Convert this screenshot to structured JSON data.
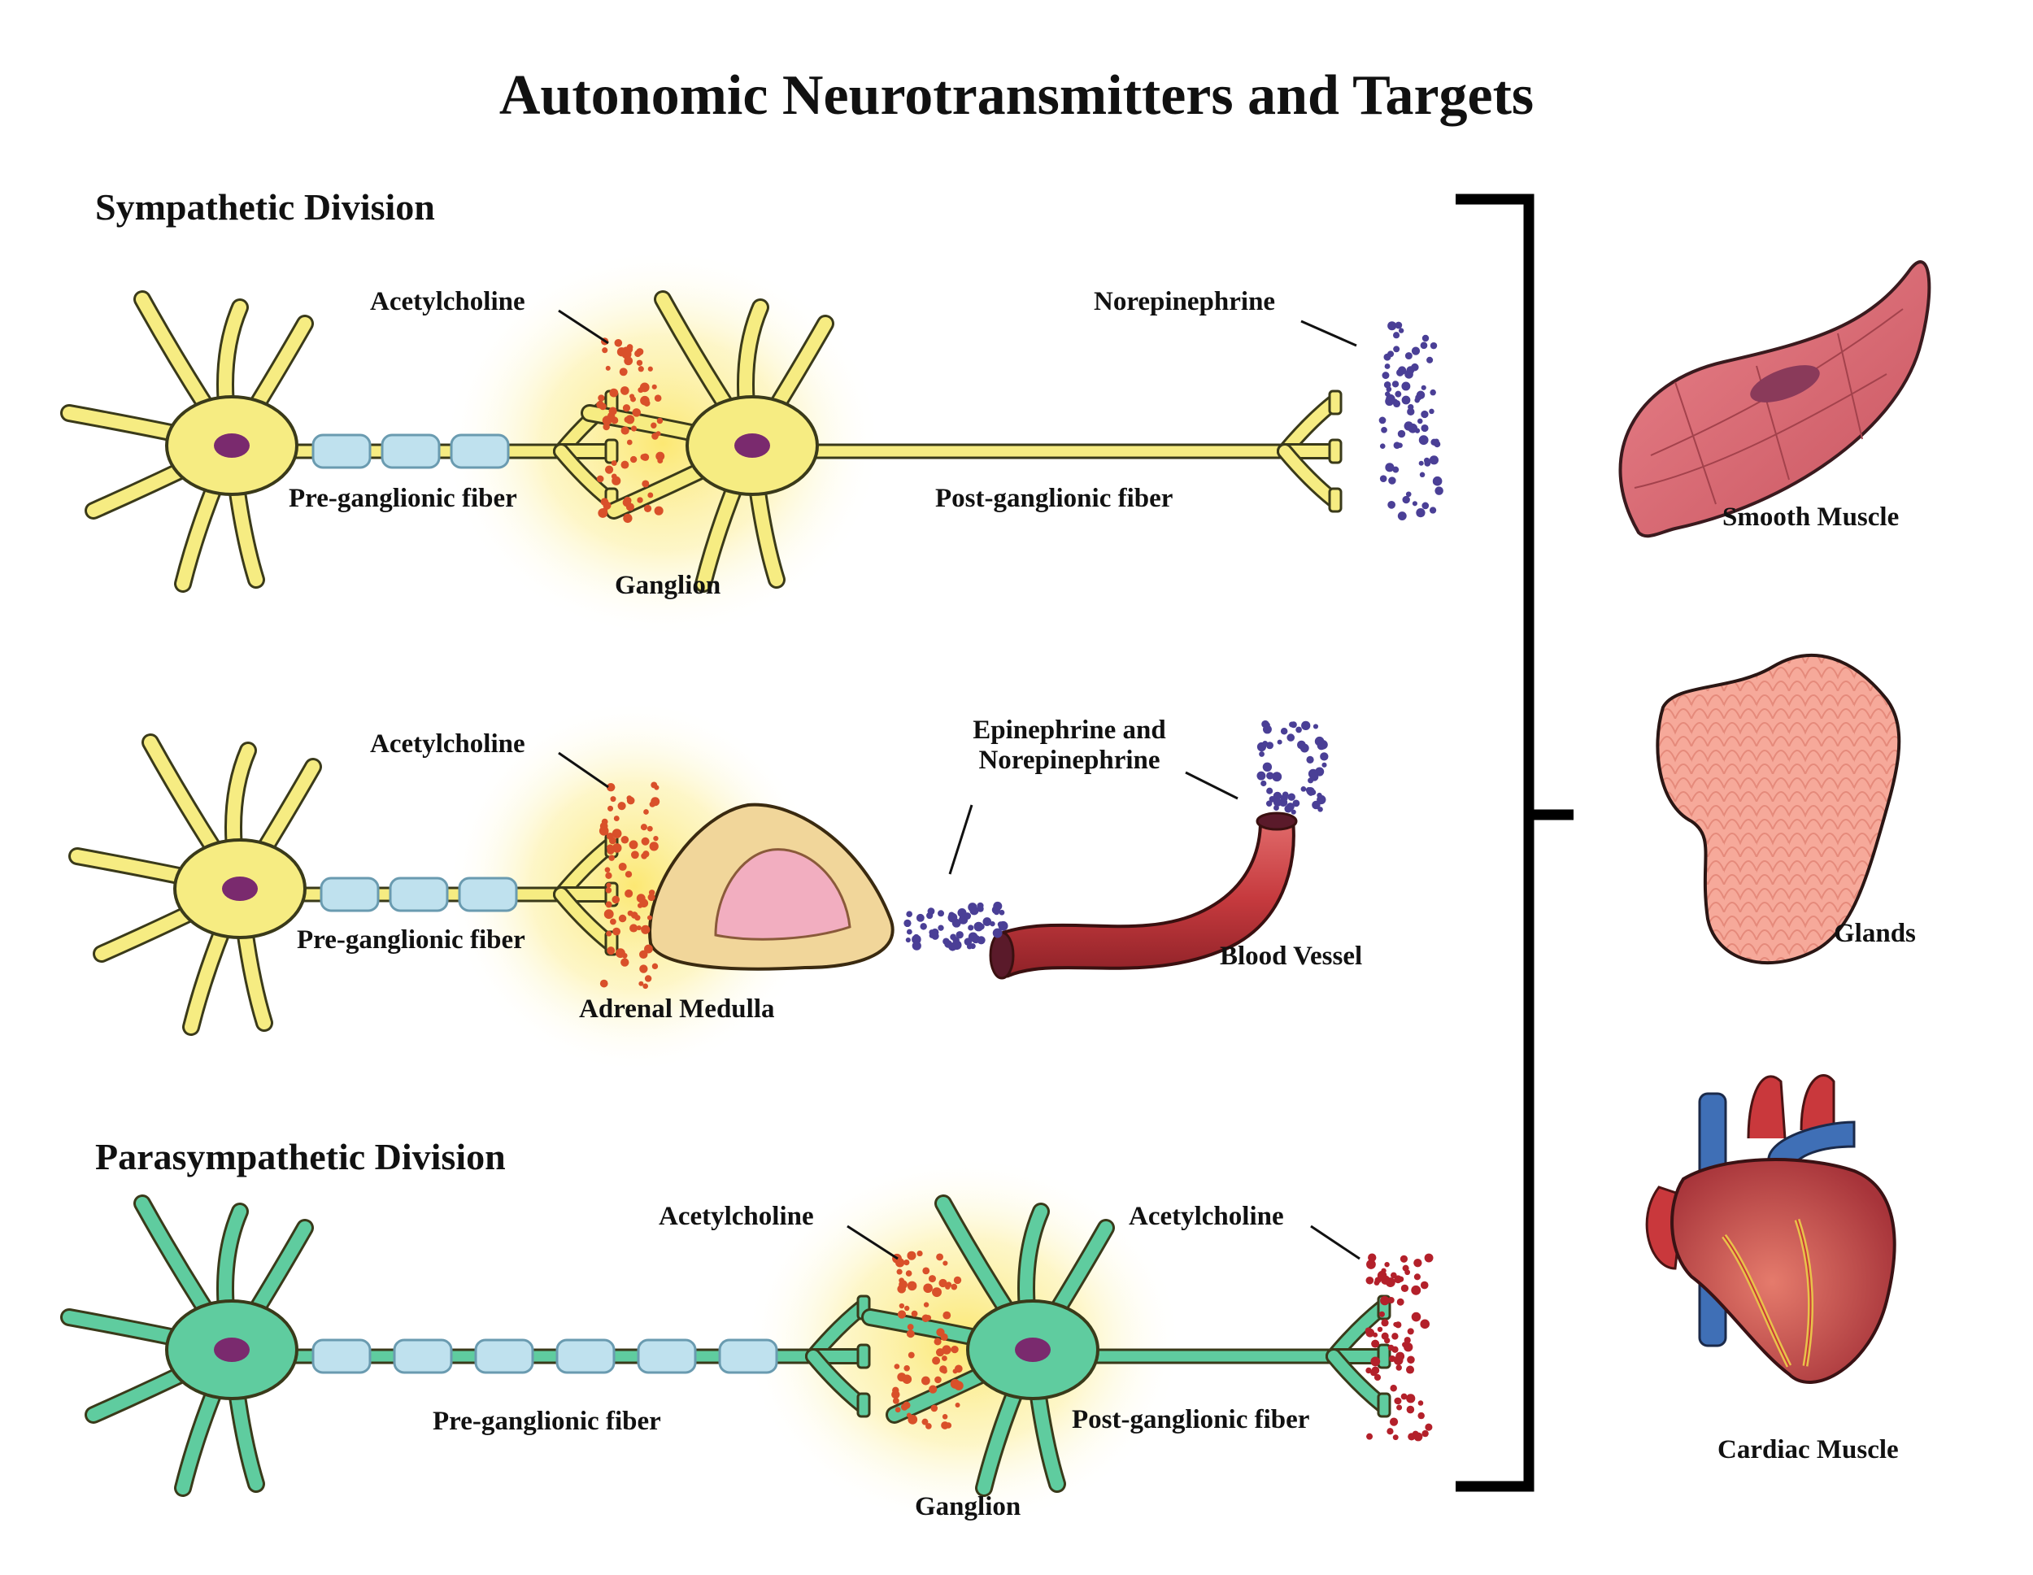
{
  "title": "Autonomic Neurotransmitters and Targets",
  "sympathetic": {
    "heading": "Sympathetic Division",
    "pathway1": {
      "pre_transmitter": "Acetylcholine",
      "post_transmitter": "Norepinephrine",
      "pre_fiber": "Pre-ganglionic fiber",
      "post_fiber": "Post-ganglionic fiber",
      "ganglion": "Ganglion"
    },
    "pathway2": {
      "pre_transmitter": "Acetylcholine",
      "hormones_line1": "Epinephrine and",
      "hormones_line2": "Norepinephrine",
      "pre_fiber": "Pre-ganglionic fiber",
      "adrenal": "Adrenal Medulla",
      "vessel": "Blood Vessel"
    }
  },
  "parasympathetic": {
    "heading": "Parasympathetic Division",
    "pre_transmitter": "Acetylcholine",
    "post_transmitter": "Acetylcholine",
    "pre_fiber": "Pre-ganglionic fiber",
    "post_fiber": "Post-ganglionic fiber",
    "ganglion": "Ganglion"
  },
  "targets": {
    "smooth": "Smooth Muscle",
    "glands": "Glands",
    "cardiac": "Cardiac Muscle"
  },
  "colors": {
    "sympathetic_neuron": "#f6ec82",
    "parasympathetic_neuron": "#5fcc9f",
    "myelin": "#bfe1ee",
    "ganglion_glow": "#fbe96a",
    "acetylcholine": "#d9502a",
    "norepinephrine": "#4a3f96",
    "para_acetylcholine": "#b3202a",
    "nucleus": "#7a2a6e"
  }
}
